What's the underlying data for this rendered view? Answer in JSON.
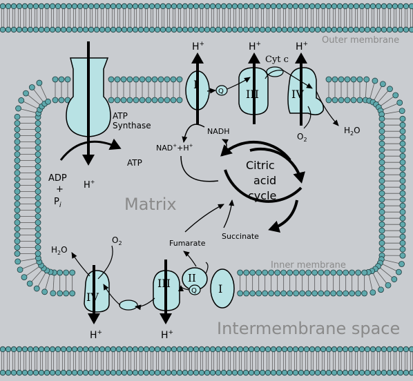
{
  "colors": {
    "background": "#c9ccd0",
    "bead": "#5fa9ad",
    "bead_stroke": "#1e3a3c",
    "protein": "#b8e2e4",
    "line": "#000000",
    "label_gray": "#8a8a8a"
  },
  "labels": {
    "outer_membrane": "Outer membrane",
    "inner_membrane": "Inner membrane",
    "intermembrane_space": "Intermembrane space",
    "matrix": "Matrix",
    "atp_synthase_line1": "ATP",
    "atp_synthase_line2": "Synthase",
    "atp": "ATP",
    "adp": "ADP",
    "plus": "+",
    "pi": "P",
    "pi_sub": "i",
    "h_plus": "H",
    "plus_sup": "+",
    "h2o_h": "H",
    "h2o_2": "2",
    "h2o_o": "O",
    "o2_o": "O",
    "o2_2": "2",
    "nadh": "NADH",
    "nad_plus": "NAD",
    "nad_rest": "+H",
    "cyt_c": "Cyt c",
    "q": "Q",
    "complex_I": "I",
    "complex_II": "II",
    "complex_III": "III",
    "complex_IV": "IV",
    "citric_1": "Citric",
    "citric_2": "acid",
    "citric_3": "cycle",
    "fumarate": "Fumarate",
    "succinate": "Succinate"
  }
}
